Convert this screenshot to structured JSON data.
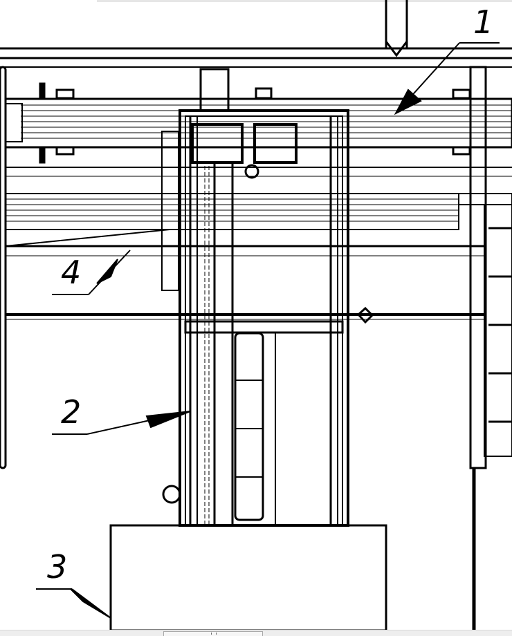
{
  "figure": {
    "labels": [
      {
        "id": "1",
        "text": "1"
      },
      {
        "id": "2",
        "text": "2"
      },
      {
        "id": "3",
        "text": "3"
      },
      {
        "id": "4",
        "text": "4"
      }
    ]
  }
}
